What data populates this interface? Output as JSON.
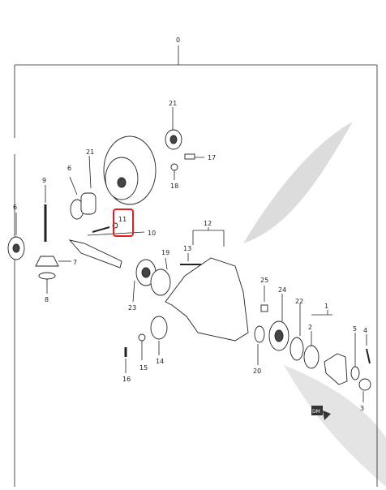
{
  "diagram": {
    "top_label": "0",
    "highlight_color": "#e02020",
    "highlighted_callout": "11",
    "callouts": [
      "1",
      "2",
      "3",
      "4",
      "5",
      "6",
      "6",
      "7",
      "8",
      "9",
      "10",
      "11",
      "12",
      "13",
      "14",
      "15",
      "16",
      "17",
      "18",
      "19",
      "20",
      "21",
      "21",
      "22",
      "23",
      "24",
      "25"
    ],
    "direction_mark": "DM"
  }
}
